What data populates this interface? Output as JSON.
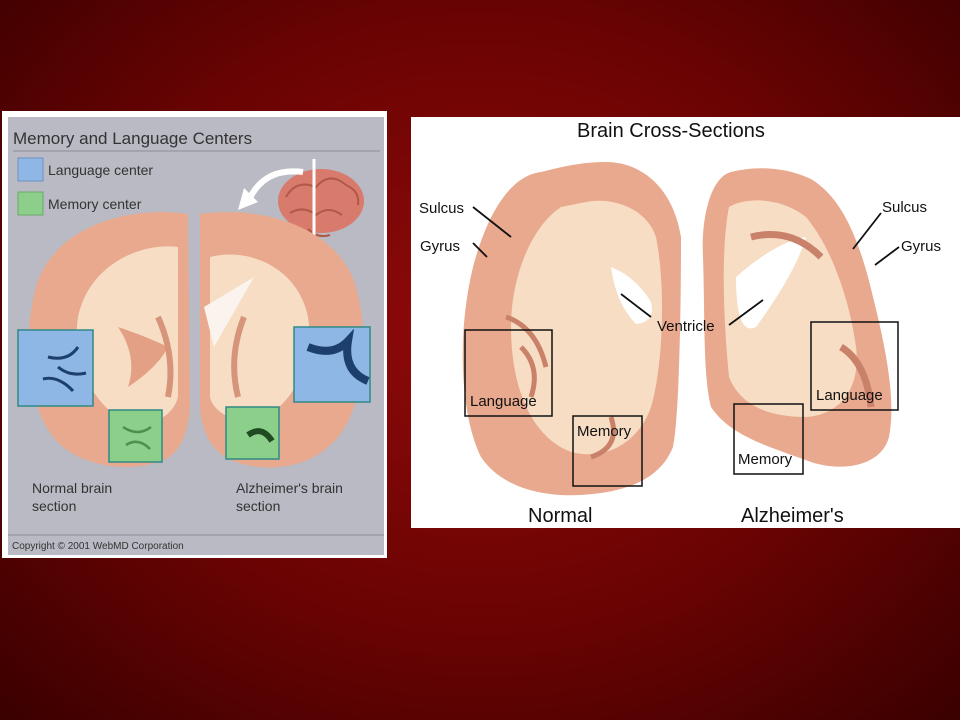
{
  "left_figure": {
    "title": "Memory and Language Centers",
    "legend": [
      {
        "label": "Language center",
        "color": "#8fb7e6"
      },
      {
        "label": "Memory center",
        "color": "#8ccf8a"
      }
    ],
    "normal_caption_line1": "Normal brain",
    "normal_caption_line2": "section",
    "alz_caption_line1": "Alzheimer's brain",
    "alz_caption_line2": "section",
    "copyright": "Copyright © 2001 WebMD Corporation"
  },
  "right_figure": {
    "title": "Brain Cross-Sections",
    "labels": {
      "sulcus_left": "Sulcus",
      "gyrus_left": "Gyrus",
      "sulcus_right": "Sulcus",
      "gyrus_right": "Gyrus",
      "ventricle": "Ventricle",
      "language_normal": "Language",
      "memory_normal": "Memory",
      "language_alz": "Language",
      "memory_alz": "Memory"
    },
    "caption_normal": "Normal",
    "caption_alz": "Alzheimer's"
  },
  "colors": {
    "background": "#6a0303",
    "brain_gray_matter": "#e8a98e",
    "brain_white_matter": "#f6ddc4",
    "language_highlight": "#8fb7e6",
    "memory_highlight": "#8ccf8a"
  }
}
